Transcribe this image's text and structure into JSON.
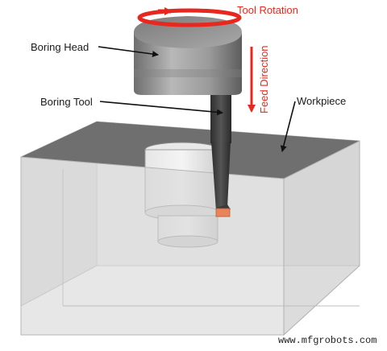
{
  "labels": {
    "boring_head": "Boring Head",
    "boring_tool": "Boring Tool",
    "workpiece": "Workpiece",
    "tool_rotation": "Tool Rotation",
    "feed_direction": "Feed Direction"
  },
  "watermark": "www.mfgrobots.com",
  "colors": {
    "accent_red": "#e8281e",
    "insert_orange": "#e8835a",
    "workpiece_top": "#6f6f6f",
    "workpiece_side": "#d9d9d9",
    "head_body": "#9a9a9a"
  }
}
